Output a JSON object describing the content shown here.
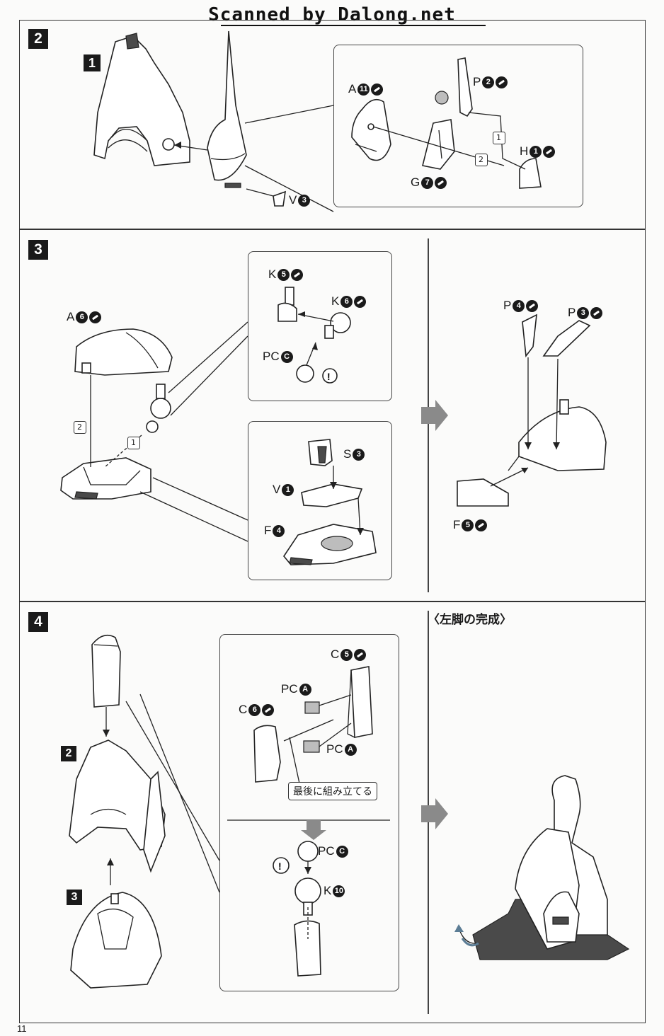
{
  "header": {
    "scan_credit": "Scanned by Dalong.net"
  },
  "page_number": "11",
  "step2": {
    "number": "2",
    "sub_step_badge": "1",
    "labels": {
      "V": {
        "letter": "V",
        "num": "3"
      },
      "A": {
        "letter": "A",
        "num": "11"
      },
      "P": {
        "letter": "P",
        "num": "2"
      },
      "H": {
        "letter": "H",
        "num": "1"
      },
      "G": {
        "letter": "G",
        "num": "7"
      }
    },
    "order_marks": [
      "1",
      "2"
    ]
  },
  "step3": {
    "number": "3",
    "labels": {
      "A": {
        "letter": "A",
        "num": "6"
      },
      "K5": {
        "letter": "K",
        "num": "5"
      },
      "K6": {
        "letter": "K",
        "num": "6"
      },
      "PC": {
        "letter": "PC",
        "num": "C"
      },
      "S": {
        "letter": "S",
        "num": "3"
      },
      "V": {
        "letter": "V",
        "num": "1"
      },
      "F4": {
        "letter": "F",
        "num": "4"
      },
      "P4": {
        "letter": "P",
        "num": "4"
      },
      "P3": {
        "letter": "P",
        "num": "3"
      },
      "F5": {
        "letter": "F",
        "num": "5"
      }
    },
    "order_marks": [
      "1",
      "2"
    ],
    "warning": "!"
  },
  "step4": {
    "number": "4",
    "completed_title": "〈左脚の完成〉",
    "sub_badges": [
      "2",
      "3"
    ],
    "note_assemble_last": "最後に組み立てる",
    "labels": {
      "C5": {
        "letter": "C",
        "num": "5"
      },
      "C6": {
        "letter": "C",
        "num": "6"
      },
      "PCA1": {
        "letter": "PC",
        "num": "A"
      },
      "PCA2": {
        "letter": "PC",
        "num": "A"
      },
      "PCC": {
        "letter": "PC",
        "num": "C"
      },
      "K10": {
        "letter": "K",
        "num": "10"
      }
    },
    "warning": "!"
  }
}
